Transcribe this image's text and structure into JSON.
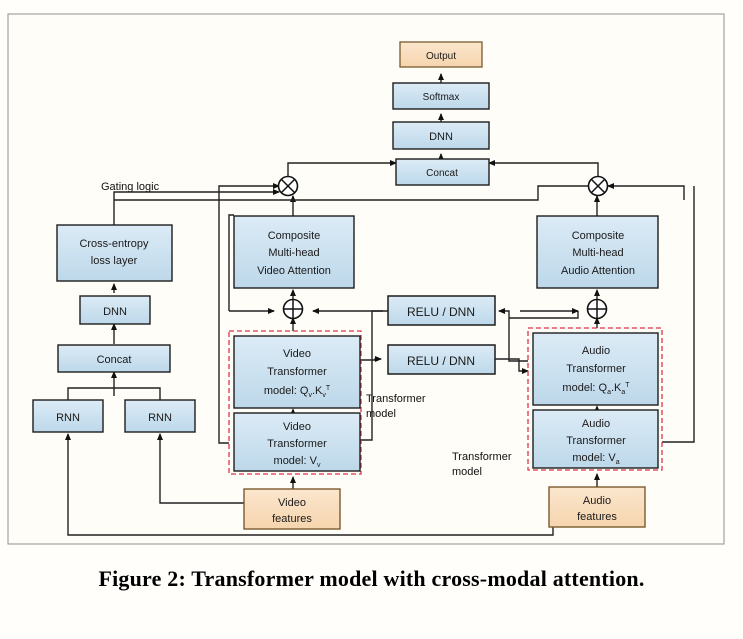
{
  "figure": {
    "caption": "Figure 2: Transformer model with cross-modal attention.",
    "caption_prefix": "Figure 2:",
    "caption_text": "Transformer model with cross-modal attention."
  },
  "colors": {
    "blue_fill": "#c5dcec",
    "blue_fill_light": "#dbe9f4",
    "orange_fill": "#f9dcba",
    "box_stroke": "#1d1d1d",
    "dashed_group": "#e0334a",
    "edge": "#222222",
    "panel_bg": "#fffdf7"
  },
  "annotations": {
    "gating_logic": "Gating logic",
    "transformer_model_video_line1": "Transformer",
    "transformer_model_video_line2": "model",
    "transformer_model_audio_line1": "Transformer",
    "transformer_model_audio_line2": "model"
  },
  "nodes": {
    "output": {
      "label": "Output",
      "kind": "orange"
    },
    "softmax": {
      "label": "Softmax",
      "kind": "blue"
    },
    "dnn_top": {
      "label": "DNN",
      "kind": "blue"
    },
    "concat_top": {
      "label": "Concat",
      "kind": "blue"
    },
    "cross_entropy": {
      "line1": "Cross-entropy",
      "line2": "loss layer",
      "kind": "blue"
    },
    "dnn_left": {
      "label": "DNN",
      "kind": "blue"
    },
    "concat_left": {
      "label": "Concat",
      "kind": "blue"
    },
    "rnn_left": {
      "label": "RNN",
      "kind": "blue"
    },
    "rnn_right": {
      "label": "RNN",
      "kind": "blue"
    },
    "composite_video": {
      "line1": "Composite",
      "line2": "Multi-head",
      "line3": "Video Attention",
      "kind": "blue"
    },
    "composite_audio": {
      "line1": "Composite",
      "line2": "Multi-head",
      "line3": "Audio Attention",
      "kind": "blue"
    },
    "relu_dnn_upper": {
      "label": "RELU / DNN",
      "kind": "blue"
    },
    "relu_dnn_lower": {
      "label": "RELU / DNN",
      "kind": "blue"
    },
    "video_qk": {
      "line1": "Video",
      "line2": "Transformer",
      "line3_prefix": "model: Q",
      "line3_sub1": "v",
      "line3_mid": ".K",
      "line3_sub2": "v",
      "line3_sup": "T",
      "kind": "blue"
    },
    "video_v": {
      "line1": "Video",
      "line2": "Transformer",
      "line3_prefix": "model: V",
      "line3_sub1": "v",
      "kind": "blue"
    },
    "audio_qk": {
      "line1": "Audio",
      "line2": "Transformer",
      "line3_prefix": "model: Q",
      "line3_sub1": "a",
      "line3_mid": ".K",
      "line3_sub2": "a",
      "line3_sup": "T",
      "kind": "blue"
    },
    "audio_v": {
      "line1": "Audio",
      "line2": "Transformer",
      "line3_prefix": "model: V",
      "line3_sub1": "a",
      "kind": "blue"
    },
    "video_features": {
      "line1": "Video",
      "line2": "features",
      "kind": "orange"
    },
    "audio_features": {
      "line1": "Audio",
      "line2": "features",
      "kind": "orange"
    }
  },
  "operators": {
    "gate_video": {
      "symbol": "multiply",
      "name": "video gating multiply"
    },
    "gate_audio": {
      "symbol": "multiply",
      "name": "audio gating multiply"
    },
    "sum_video": {
      "symbol": "plus",
      "name": "video residual add"
    },
    "sum_audio": {
      "symbol": "plus",
      "name": "audio residual add"
    }
  }
}
